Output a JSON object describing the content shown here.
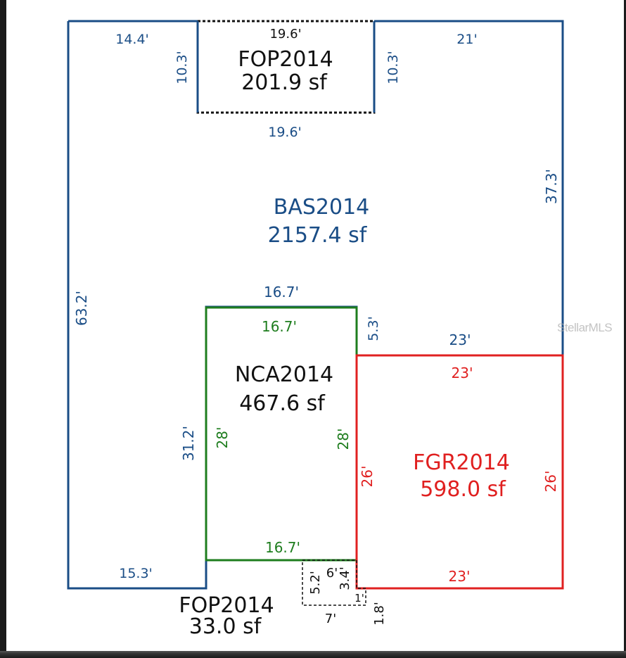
{
  "areas": {
    "bas": {
      "code": "BAS2014",
      "area": "2157.4 sf",
      "color": "#1a4d86"
    },
    "fop_top": {
      "code": "FOP2014",
      "area": "201.9 sf",
      "color": "#111111"
    },
    "nca": {
      "code": "NCA2014",
      "area": "467.6 sf",
      "color": "#1e7d1e"
    },
    "fgr": {
      "code": "FGR2014",
      "area": "598.0 sf",
      "color": "#e02020"
    },
    "fop_bottom": {
      "code": "FOP2014",
      "area": "33.0 sf",
      "color": "#111111"
    }
  },
  "dimensions": {
    "bas_top_left": "14.4'",
    "bas_top_right": "21'",
    "fop_top_edge": "19.6'",
    "fop_left_side": "10.3'",
    "fop_right_side": "10.3'",
    "fop_bottom_edge": "19.6'",
    "bas_right_side": "37.3'",
    "bas_left_side": "63.2'",
    "bas_over_nca": "16.7'",
    "bas_step": "5.3'",
    "bas_over_fgr": "23'",
    "bas_inner_left": "31.2'",
    "bas_bottom_left": "15.3'",
    "nca_top": "16.7'",
    "nca_left": "28'",
    "nca_right": "28'",
    "nca_bottom": "16.7'",
    "fgr_top": "23'",
    "fgr_left": "26'",
    "fgr_right": "26'",
    "fgr_bottom": "23'",
    "fopb_left": "5.2'",
    "fopb_top": "6'",
    "fopb_inner": "3.4'",
    "fopb_notch": "1'",
    "fopb_bottom": "7'",
    "fopb_right": "1.8'"
  },
  "watermark": "StellarMLS",
  "colors": {
    "bas": "#1a4d86",
    "nca": "#1e7d1e",
    "fgr": "#e02020",
    "fop": "#111111"
  }
}
